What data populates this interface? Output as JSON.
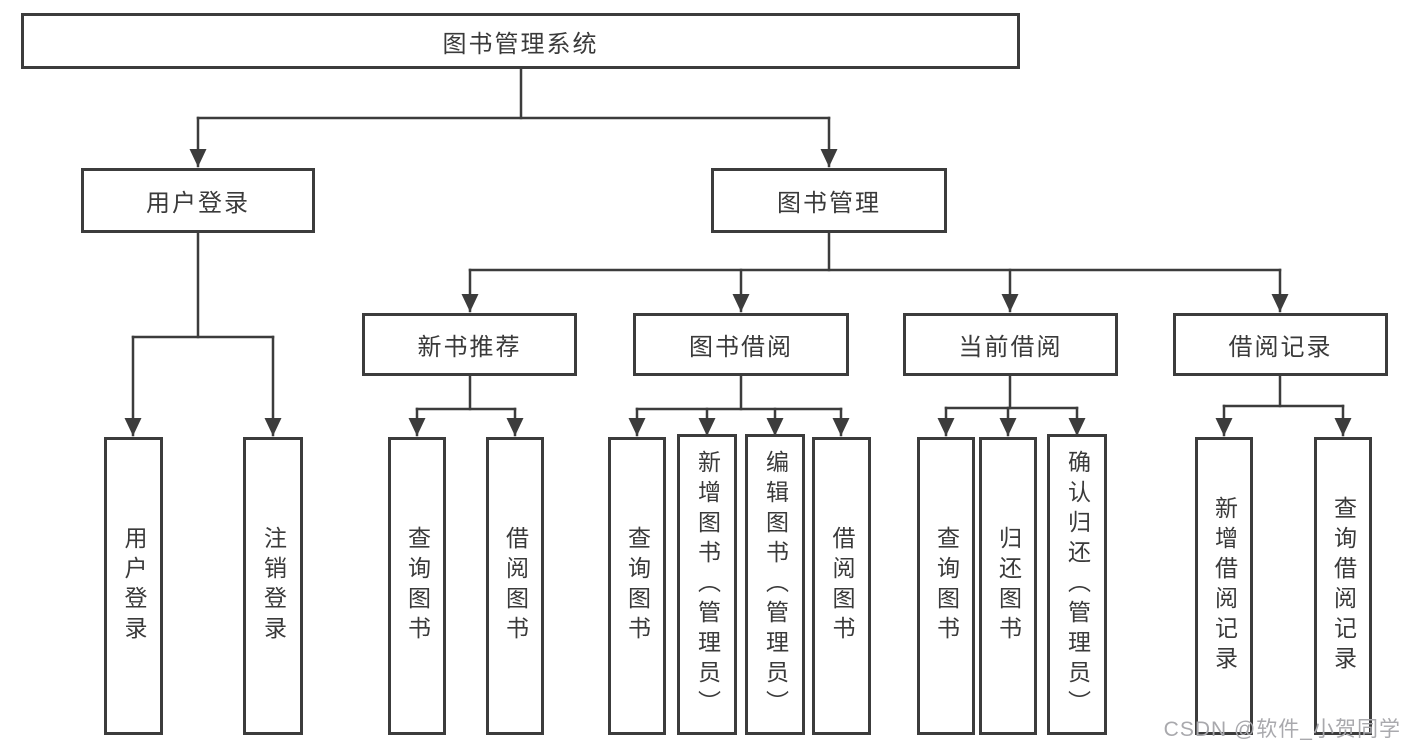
{
  "tree": {
    "root": {
      "label": "图书管理系统"
    },
    "branches": [
      {
        "label": "用户登录",
        "children": [
          {
            "label": "用户登录"
          },
          {
            "label": "注销登录"
          }
        ]
      },
      {
        "label": "图书管理",
        "children": [
          {
            "label": "新书推荐",
            "children": [
              {
                "label": "查询图书"
              },
              {
                "label": "借阅图书"
              }
            ]
          },
          {
            "label": "图书借阅",
            "children": [
              {
                "label": "查询图书"
              },
              {
                "label": "新增图书（管理员）"
              },
              {
                "label": "编辑图书（管理员）"
              },
              {
                "label": "借阅图书"
              }
            ]
          },
          {
            "label": "当前借阅",
            "children": [
              {
                "label": "查询图书"
              },
              {
                "label": "归还图书"
              },
              {
                "label": "确认归还（管理员）"
              }
            ]
          },
          {
            "label": "借阅记录",
            "children": [
              {
                "label": "新增借阅记录"
              },
              {
                "label": "查询借阅记录"
              }
            ]
          }
        ]
      }
    ]
  },
  "watermark": "CSDN @软件_小贺同学",
  "colors": {
    "line": "#3c3c3c",
    "text": "#3a3a3a",
    "bg": "#ffffff",
    "watermark": "#a9a9ad"
  }
}
